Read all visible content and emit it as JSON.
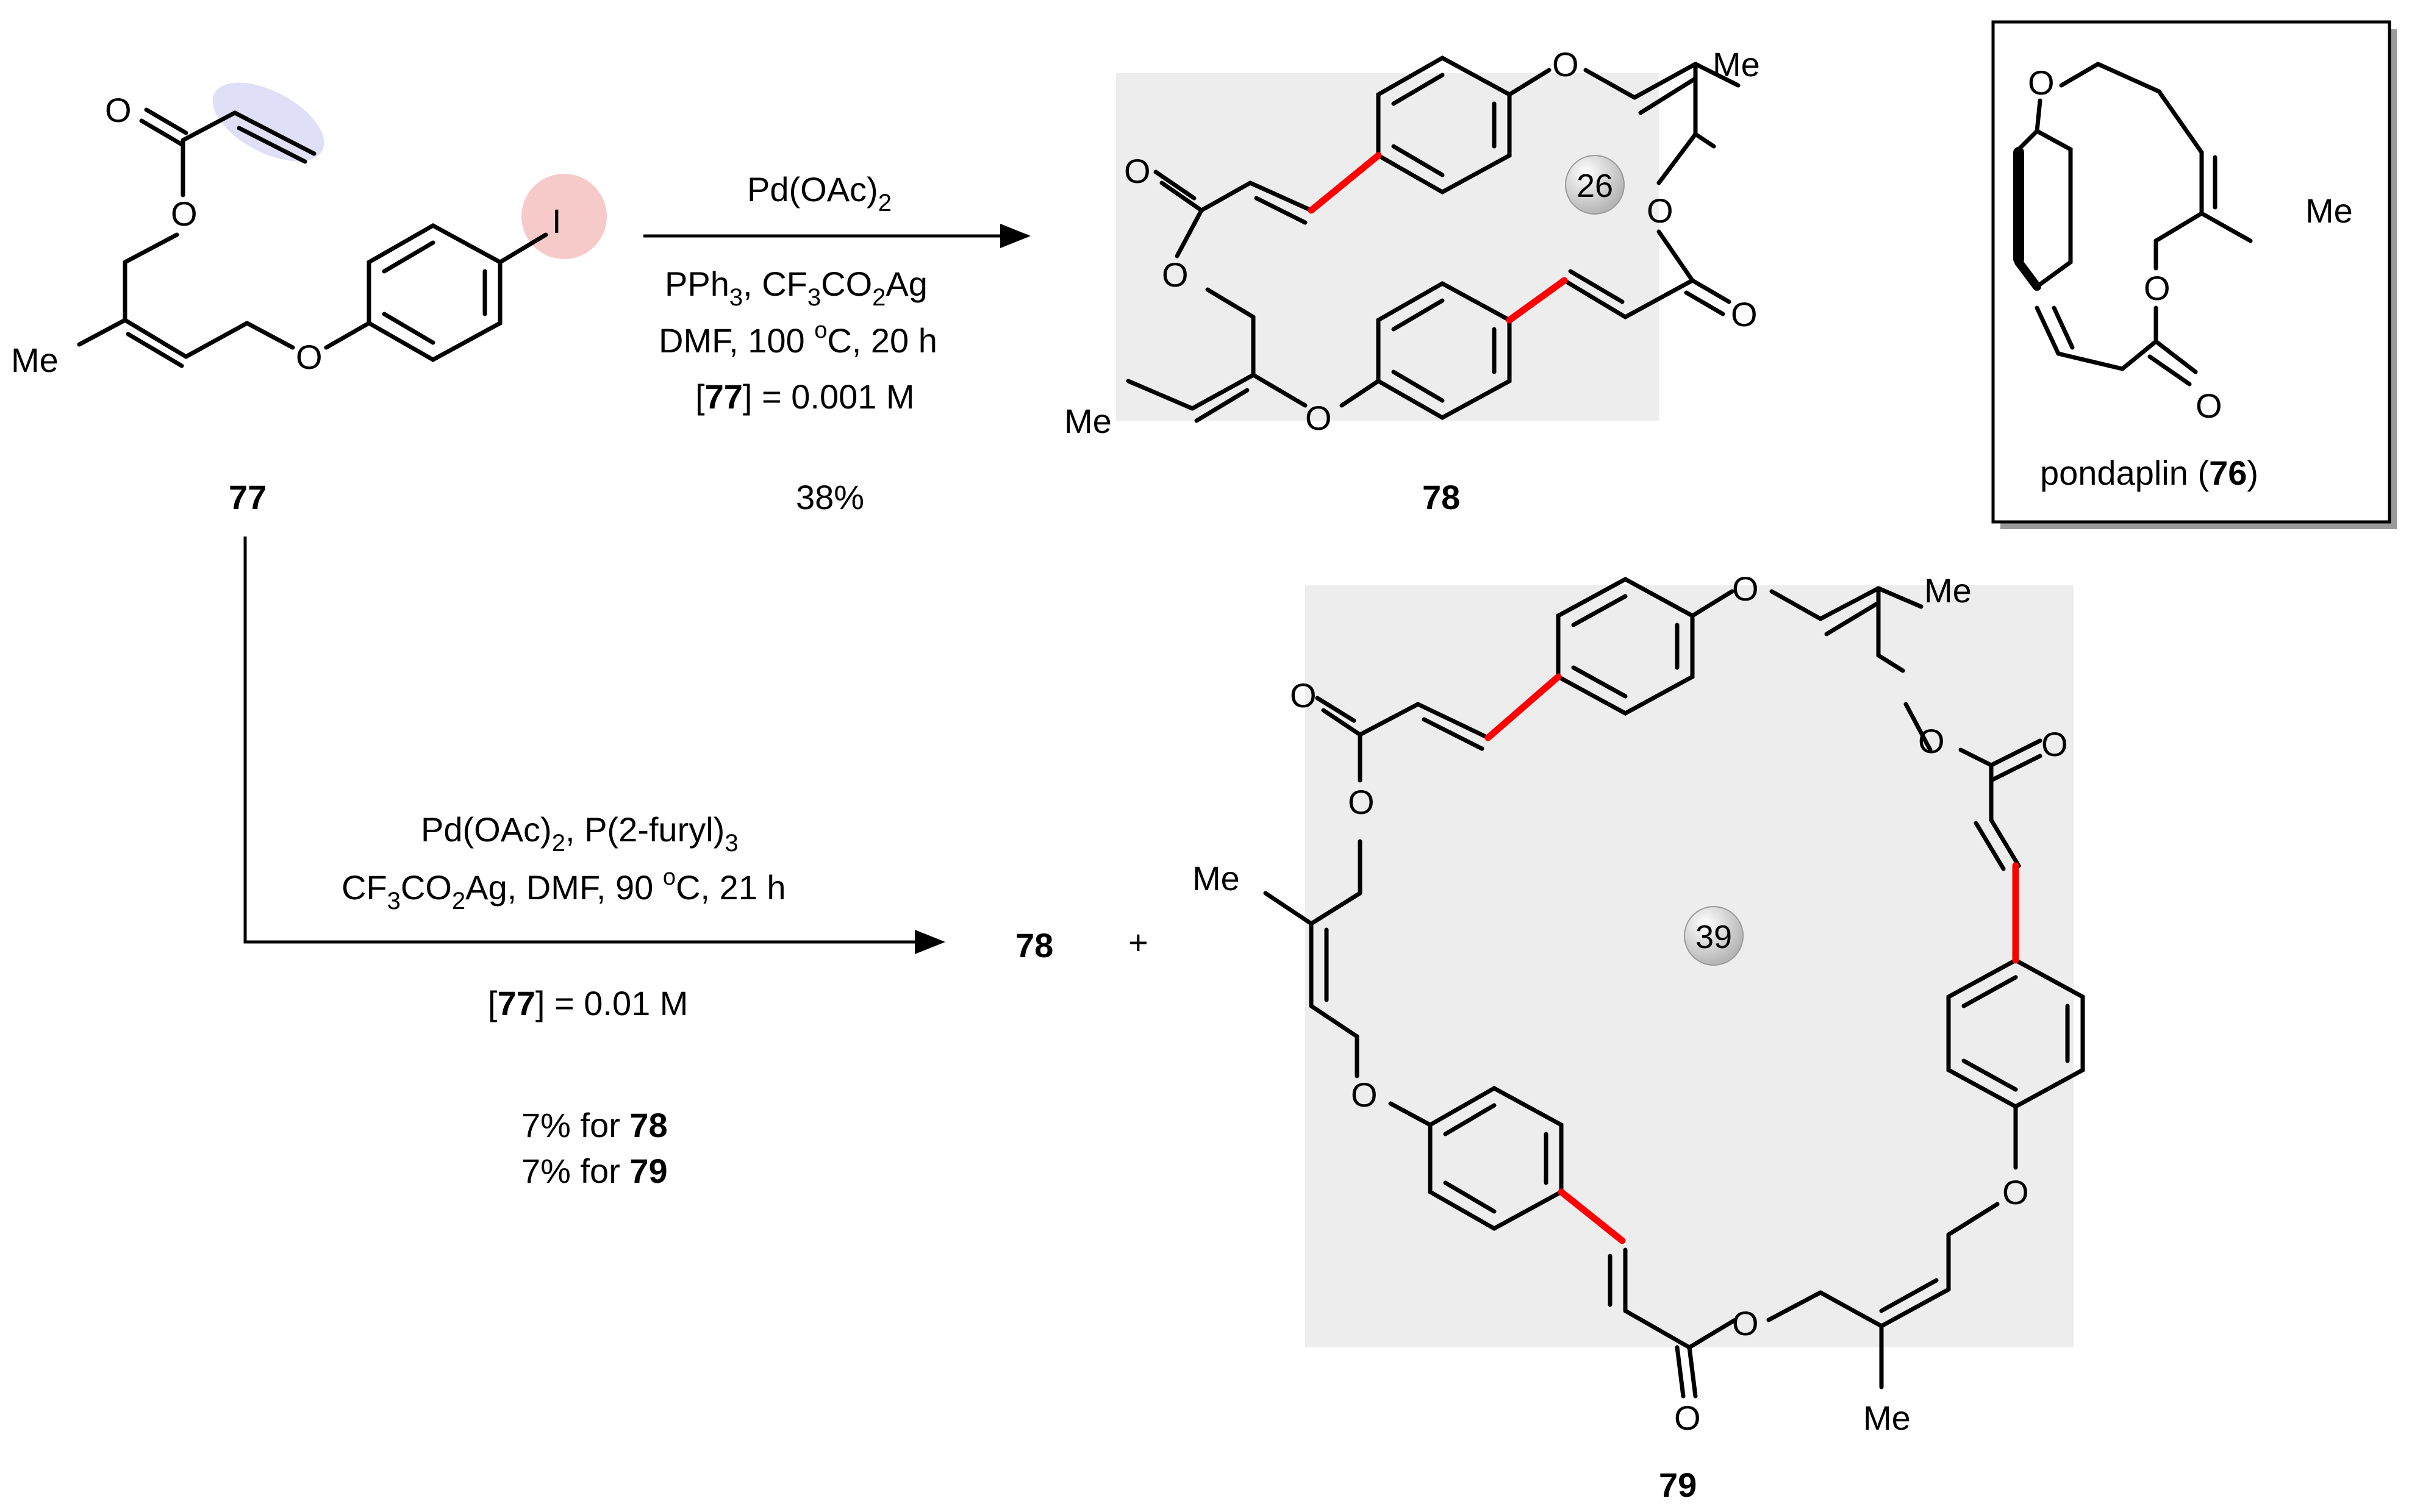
{
  "colors": {
    "new_bond": "#ff0000",
    "bond": "#000000",
    "macrocycle_fill": "#ededed",
    "vinyl_highlight": "#c5c5f2",
    "iodo_highlight": "#f7caca",
    "ring_badge": "#d9d9d9"
  },
  "atoms": {
    "O": "O",
    "I": "I",
    "Me": "Me"
  },
  "compound_77": {
    "label": "77"
  },
  "compound_78": {
    "label": "78",
    "ring_size": "26"
  },
  "compound_79": {
    "label": "79",
    "ring_size": "39"
  },
  "inset": {
    "name": "pondaplin (",
    "number": "76",
    "close": ")"
  },
  "reaction_top": {
    "reagent_1_main": "Pd(OAc)",
    "reagent_1_sub": "2",
    "reagent_2_a": "PPh",
    "reagent_2_sub1": "3",
    "reagent_2_b": ", CF",
    "reagent_2_sub2": "3",
    "reagent_2_c": "CO",
    "reagent_2_sub3": "2",
    "reagent_2_d": "Ag",
    "conditions_a": "DMF,  100 ",
    "conditions_sup": "o",
    "conditions_b": "C, 20 h",
    "conc_open": "[",
    "conc_bold": "77",
    "conc_rest": "] = 0.001 M",
    "yield": "38%"
  },
  "reaction_bottom": {
    "reagent_1_a": "Pd(OAc)",
    "reagent_1_sub1": "2",
    "reagent_1_b": ", P(2-furyl)",
    "reagent_1_sub2": "3",
    "reagent_2_a": "CF",
    "reagent_2_sub1": "3",
    "reagent_2_b": "CO",
    "reagent_2_sub2": "2",
    "reagent_2_c": "Ag, DMF,  90 ",
    "reagent_2_sup": "o",
    "reagent_2_d": "C, 21 h",
    "conc_open": "[",
    "conc_bold": "77",
    "conc_rest": "] = 0.01 M",
    "yield_1_text": "7% for ",
    "yield_1_bold": "78",
    "yield_2_text": "7% for ",
    "yield_2_bold": "79",
    "product_78": "78",
    "plus": "+"
  }
}
